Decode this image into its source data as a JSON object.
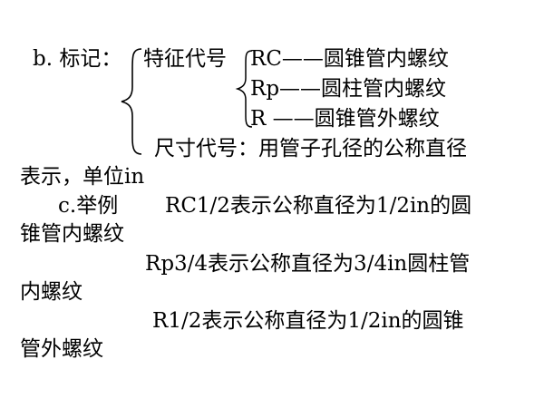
{
  "section_b": {
    "label": "b. 标记：",
    "feature_code_label": "特征代号",
    "feature_codes": [
      "RC——圆锥管内螺纹",
      "Rp——圆柱管内螺纹",
      "R ——圆锥管外螺纹"
    ],
    "size_code_line1": "尺寸代号：用管子孔径的公称直径",
    "size_code_line2": "表示，单位in"
  },
  "section_c": {
    "label": "c.举例",
    "examples": [
      {
        "line1": "RC1/2表示公称直径为1/2in的圆",
        "line2": "锥管内螺纹"
      },
      {
        "line1": "Rp3/4表示公称直径为3/4in圆柱管",
        "line2": "内螺纹"
      },
      {
        "line1": "R1/2表示公称直径为1/2in的圆锥",
        "line2": "管外螺纹"
      }
    ]
  }
}
